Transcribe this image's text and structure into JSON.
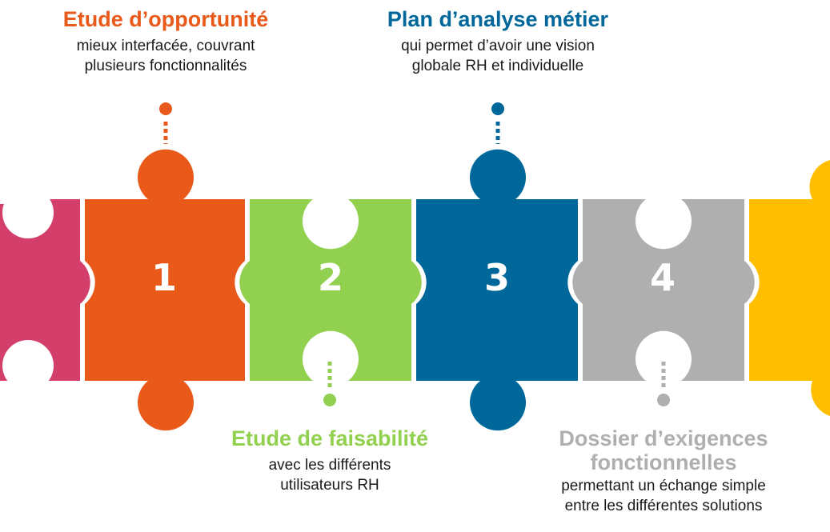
{
  "colors": {
    "step1": "#E8591A",
    "step2": "#92D050",
    "step3": "#00679A",
    "step4": "#AFAFAF",
    "left_edge": "#D33F6A",
    "right_edge": "#FFBF00"
  },
  "steps": [
    {
      "number": "1",
      "title": "Etude d’opportunité",
      "subtitle_lines": [
        "mieux interfacée, couvrant",
        "plusieurs fonctionnalités"
      ]
    },
    {
      "number": "2",
      "title": "Etude de faisabilité",
      "subtitle_lines": [
        "avec les différents",
        "utilisateurs RH"
      ]
    },
    {
      "number": "3",
      "title": "Plan d’analyse métier",
      "subtitle_lines": [
        "qui permet d’avoir une vision",
        "globale RH et individuelle"
      ]
    },
    {
      "number": "4",
      "title_lines": [
        "Dossier d’exigences",
        "fonctionnelles"
      ],
      "subtitle_lines": [
        "permettant un échange simple",
        "entre les différentes solutions"
      ]
    }
  ]
}
